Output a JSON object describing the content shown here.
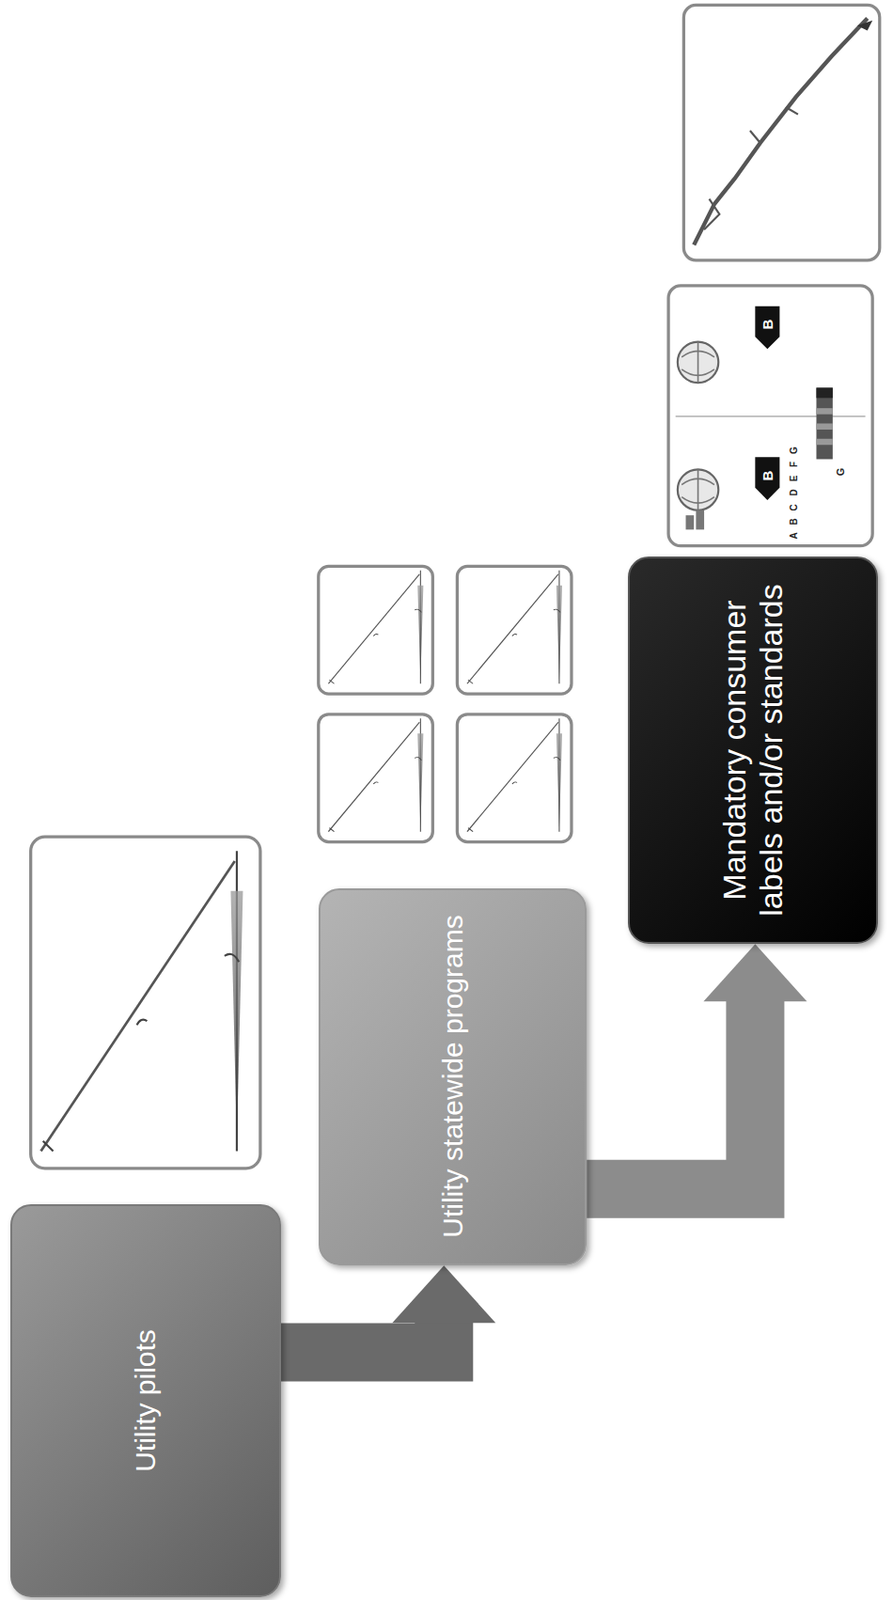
{
  "diagram": {
    "nodes": [
      {
        "text": [
          "Utility pilots"
        ]
      },
      {
        "text": [
          "Utility statewide programs"
        ]
      },
      {
        "text": [
          "Mandatory consumer labels and/or standards"
        ]
      }
    ],
    "edges": [
      {
        "from": 0,
        "to": 1,
        "arrow": "to"
      },
      {
        "from": 1,
        "to": 2,
        "arrow": "to"
      }
    ],
    "labels": [
      "B",
      "B",
      "A",
      "B",
      "C",
      "D",
      "E",
      "F",
      "G",
      "G"
    ]
  }
}
